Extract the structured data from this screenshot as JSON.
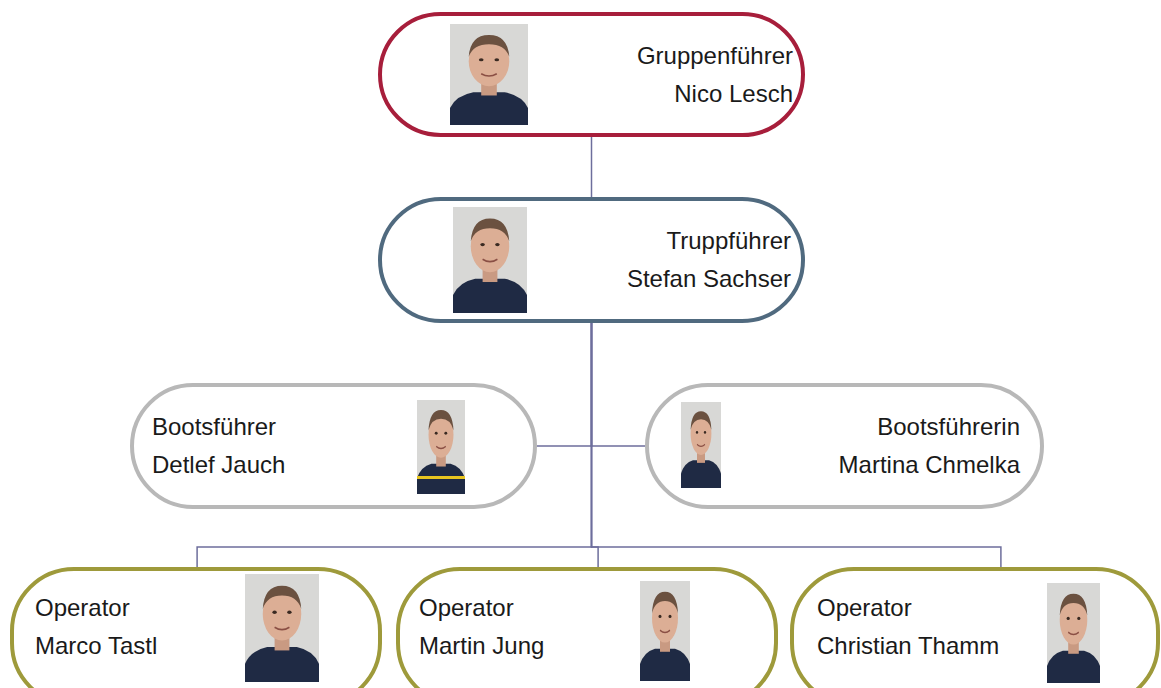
{
  "diagram": {
    "nodes": [
      {
        "text": [
          "Gruppenführer",
          "Nico Lesch"
        ]
      },
      {
        "text": [
          "Truppführer",
          "Stefan Sachser"
        ]
      },
      {
        "text": [
          "Bootsführer",
          "Detlef Jauch"
        ]
      },
      {
        "text": [
          "Bootsführerin",
          "Martina Chmelka"
        ]
      },
      {
        "text": [
          "Operator",
          "Marco Tastl"
        ]
      },
      {
        "text": [
          "Operator",
          "Martin Jung"
        ]
      },
      {
        "text": [
          "Operator",
          "Christian Thamm"
        ]
      }
    ],
    "edges": [
      {
        "from": 0,
        "to": 1,
        "arrow": "none"
      },
      {
        "from": 1,
        "to": 2,
        "arrow": "none"
      },
      {
        "from": 1,
        "to": 3,
        "arrow": "none"
      },
      {
        "from": 1,
        "to": 4,
        "arrow": "none"
      },
      {
        "from": 1,
        "to": 5,
        "arrow": "none"
      },
      {
        "from": 1,
        "to": 6,
        "arrow": "none"
      }
    ]
  }
}
